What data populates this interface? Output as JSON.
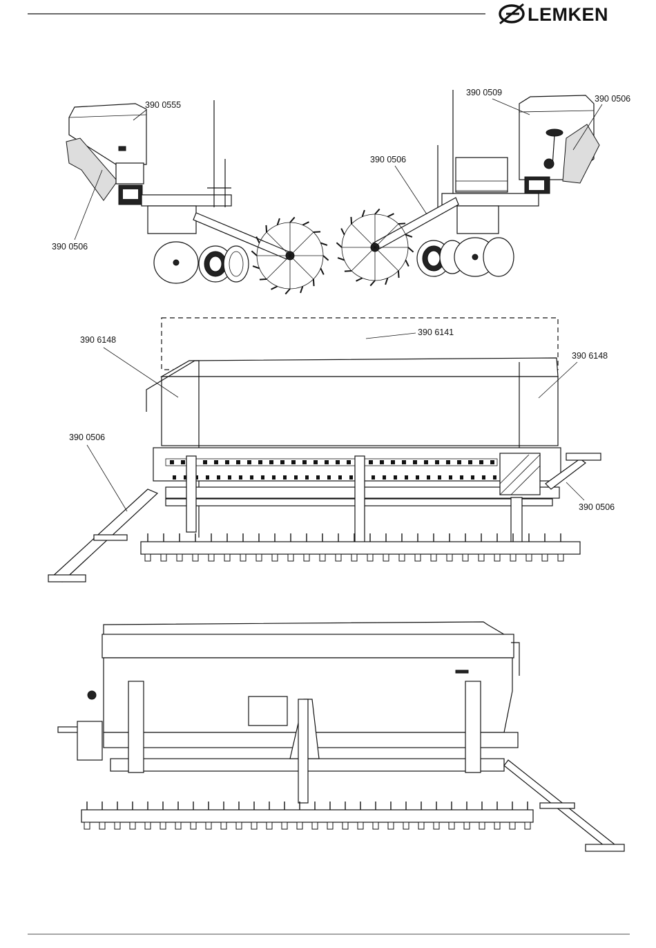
{
  "header": {
    "brand": "LEMKEN",
    "logo_icon": "lemken-logo-icon"
  },
  "figure_top": {
    "labels": {
      "left_hopper": "390 0555",
      "left_bracket": "390 0506",
      "right_hopper": "390 0509",
      "right_bracket_top": "390 0506",
      "right_arm": "390 0506"
    }
  },
  "figure_middle": {
    "labels": {
      "hopper_left": "390 6148",
      "cover_top": "390 6141",
      "hopper_right": "390 6148",
      "step_left": "390 0506",
      "step_right": "390 0506"
    }
  }
}
